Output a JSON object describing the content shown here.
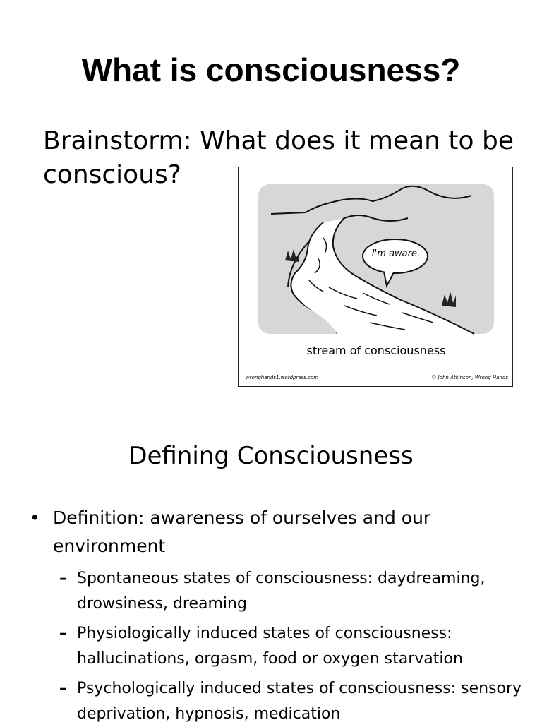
{
  "slide1": {
    "title": "What is consciousness?",
    "prompt": "Brainstorm: What does it mean to be conscious?",
    "cartoon": {
      "bubble_text": "I'm aware.",
      "caption": "stream of consciousness",
      "footer_left": "wronghands1.wordpress.com",
      "footer_right": "© John Atkinson, Wrong Hands"
    }
  },
  "slide2": {
    "title": "Defining Consciousness",
    "bullet": "Definition: awareness of ourselves and our environment",
    "subitems": [
      "Spontaneous states of consciousness: daydreaming, drowsiness, dreaming",
      "Physiologically induced states of consciousness: hallucinations, orgasm, food or oxygen starvation",
      "Psychologically induced states of consciousness: sensory deprivation, hypnosis, medication"
    ]
  }
}
